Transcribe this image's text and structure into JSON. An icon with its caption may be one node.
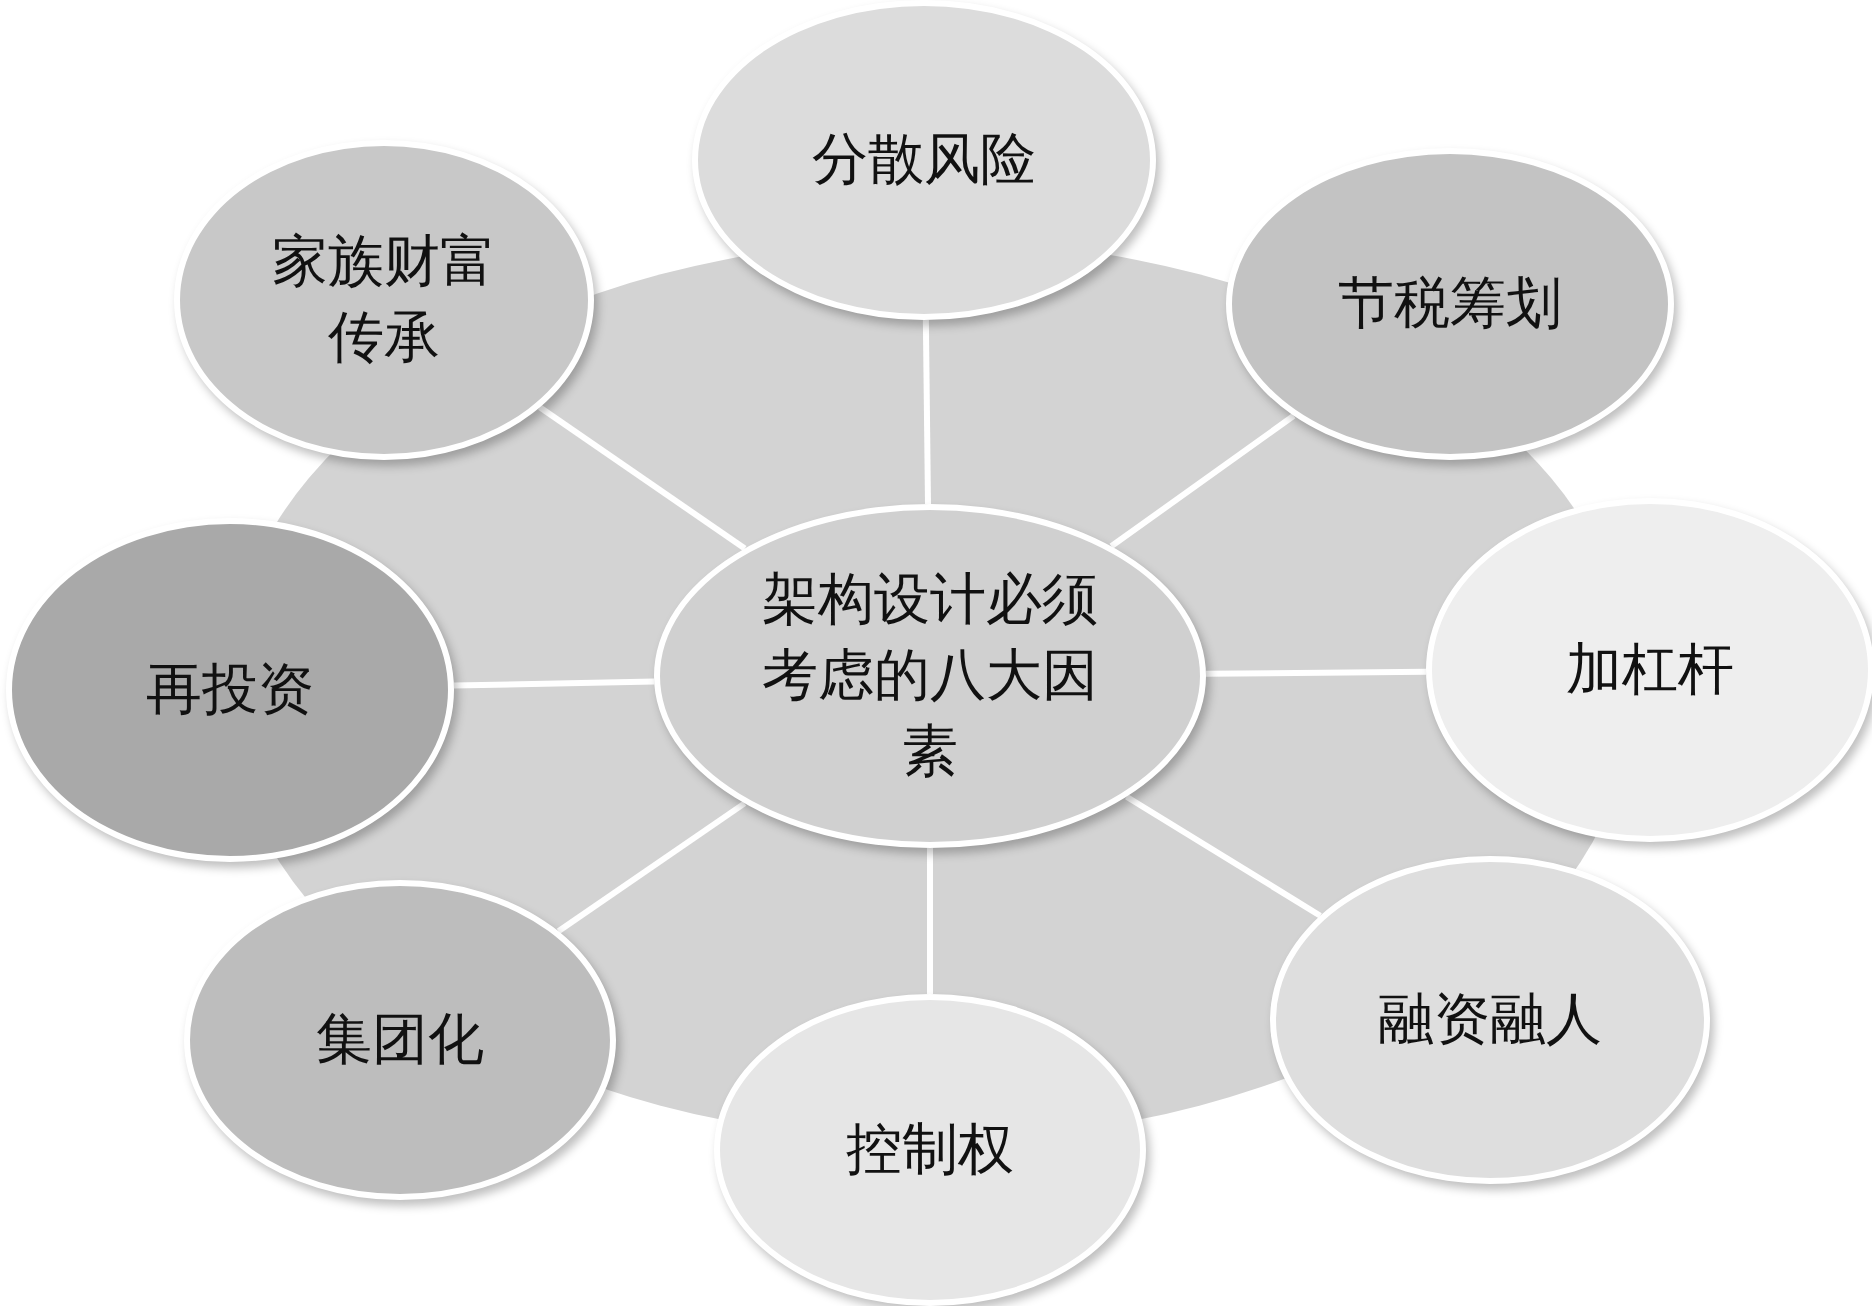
{
  "diagram": {
    "nodes": [
      {
        "text": [
          "架构设计必须考虑的八大因素"
        ]
      },
      {
        "text": [
          "分散风险"
        ]
      },
      {
        "text": [
          "节税筹划"
        ]
      },
      {
        "text": [
          "加杠杆"
        ]
      },
      {
        "text": [
          "融资融人"
        ]
      },
      {
        "text": [
          "控制权"
        ]
      },
      {
        "text": [
          "集团化"
        ]
      },
      {
        "text": [
          "再投资"
        ]
      },
      {
        "text": [
          "家族财富传承"
        ]
      }
    ],
    "edges": [
      {
        "from": 0,
        "to": 1,
        "arrow": "none"
      },
      {
        "from": 0,
        "to": 2,
        "arrow": "none"
      },
      {
        "from": 0,
        "to": 3,
        "arrow": "none"
      },
      {
        "from": 0,
        "to": 4,
        "arrow": "none"
      },
      {
        "from": 0,
        "to": 5,
        "arrow": "none"
      },
      {
        "from": 0,
        "to": 6,
        "arrow": "none"
      },
      {
        "from": 0,
        "to": 7,
        "arrow": "none"
      },
      {
        "from": 0,
        "to": 8,
        "arrow": "none"
      }
    ]
  }
}
